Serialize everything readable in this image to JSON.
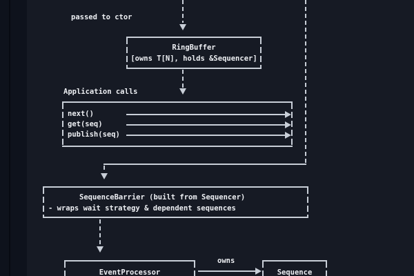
{
  "diagram": {
    "ctor_label": "passed to ctor",
    "ring_buffer": {
      "title": "RingBuffer",
      "subtitle": "[owns T[N], holds &Sequencer]"
    },
    "application_calls_label": "Application calls",
    "calls": {
      "items": [
        {
          "label": "next()"
        },
        {
          "label": "get(seq)"
        },
        {
          "label": "publish(seq)"
        }
      ]
    },
    "sequence_barrier": {
      "line1": "SequenceBarrier (built from Sequencer)",
      "line2": "- wraps wait strategy & dependent sequences"
    },
    "event_processor": {
      "title": "EventProcessor"
    },
    "owns_label": "owns",
    "sequence": {
      "title": "Sequence"
    },
    "colors": {
      "background": "#161a24",
      "left_gutter": "#0e121c",
      "line": "#c9cfd8",
      "text": "#edeff3"
    }
  }
}
